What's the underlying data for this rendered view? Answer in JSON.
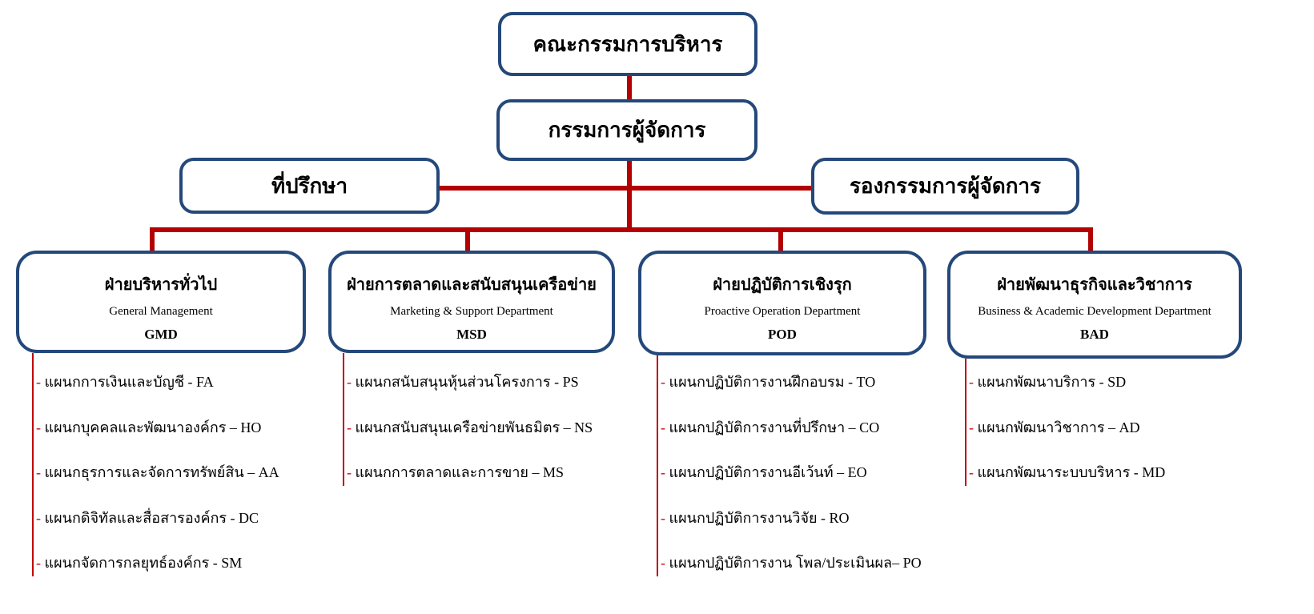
{
  "board": "คณะกรรมการบริหาร",
  "md": "กรรมการผู้จัดการ",
  "advisor": "ที่ปรึกษา",
  "deputy_md": "รองกรรมการผู้จัดการ",
  "colors": {
    "box_border": "#24487a",
    "connector": "#b30000"
  },
  "departments": [
    {
      "th": "ฝ่ายบริหารทั่วไป",
      "en": "General Management",
      "code": "GMD",
      "units": [
        "แผนกการเงินและบัญชี - FA",
        "แผนกบุคคลและพัฒนาองค์กร – HO",
        "แผนกธุรการและจัดการทรัพย์สิน – AA",
        "แผนกดิจิทัลและสื่อสารองค์กร - DC",
        "แผนกจัดการกลยุทธ์องค์กร - SM"
      ]
    },
    {
      "th": "ฝ่ายการตลาดและสนับสนุนเครือข่าย",
      "en": "Marketing & Support Department",
      "code": "MSD",
      "units": [
        "แผนกสนับสนุนหุ้นส่วนโครงการ - PS",
        "แผนกสนับสนุนเครือข่ายพันธมิตร – NS",
        "แผนกการตลาดและการขาย – MS"
      ]
    },
    {
      "th": "ฝ่ายปฏิบัติการเชิงรุก",
      "en": "Proactive Operation Department",
      "code": "POD",
      "units": [
        "แผนกปฏิบัติการงานฝึกอบรม - TO",
        "แผนกปฏิบัติการงานที่ปรึกษา – CO",
        "แผนกปฏิบัติการงานอีเว้นท์ – EO",
        "แผนกปฏิบัติการงานวิจัย - RO",
        "แผนกปฏิบัติการงาน โพล/ประเมินผล– PO"
      ]
    },
    {
      "th": "ฝ่ายพัฒนาธุรกิจและวิชาการ",
      "en": "Business & Academic Development Department",
      "code": "BAD",
      "units": [
        "แผนกพัฒนาบริการ - SD",
        "แผนกพัฒนาวิชาการ – AD",
        "แผนกพัฒนาระบบบริหาร - MD"
      ]
    }
  ]
}
